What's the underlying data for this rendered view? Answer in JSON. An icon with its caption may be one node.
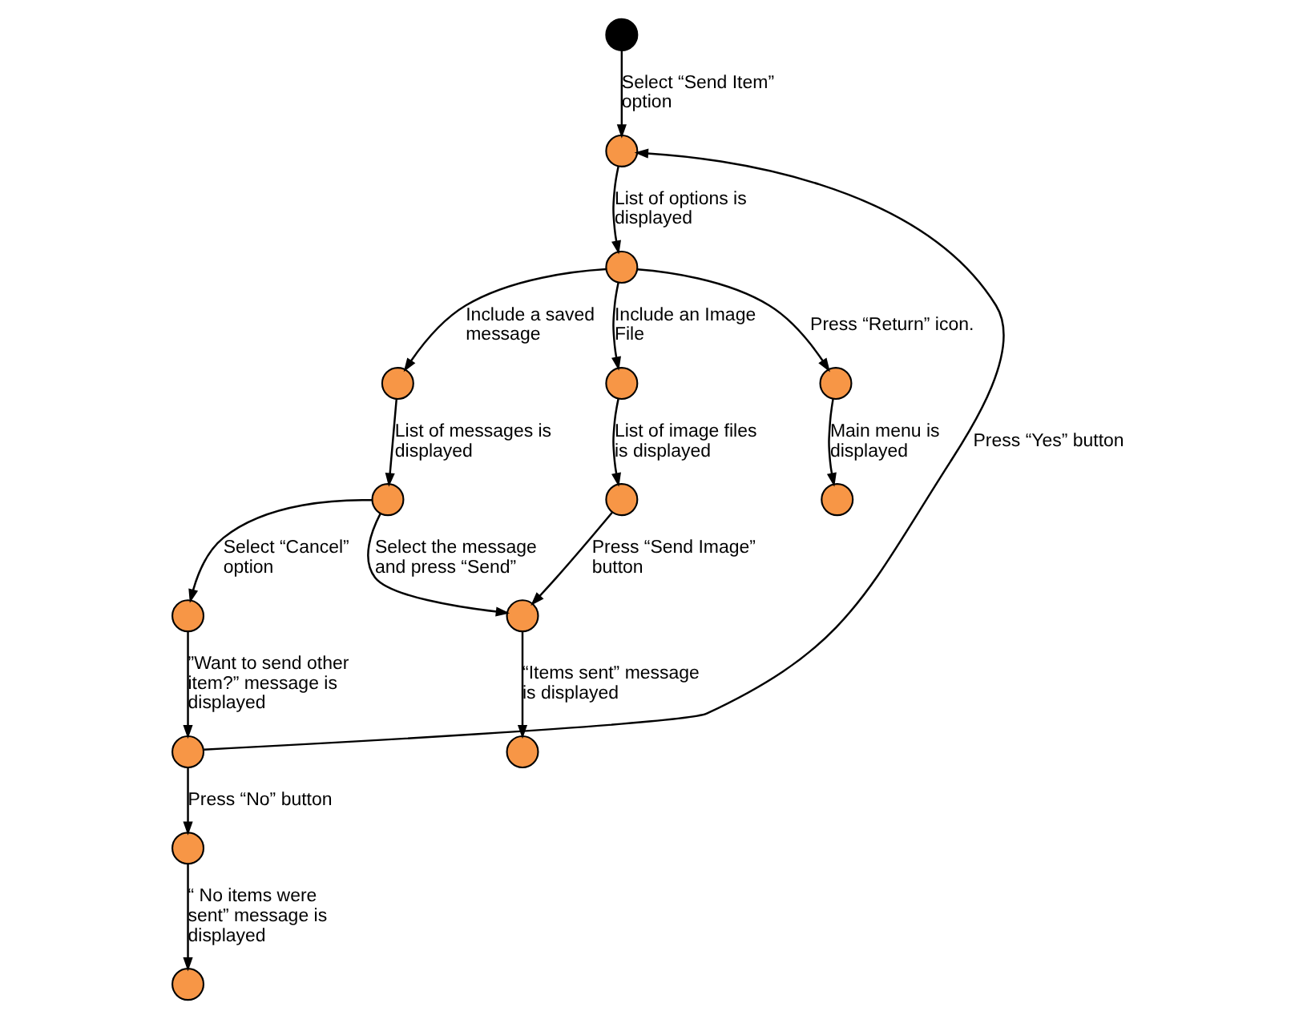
{
  "diagram": {
    "nodes": [
      {
        "text": [],
        "shape": "circle"
      },
      {
        "text": [],
        "shape": "circle"
      },
      {
        "text": [],
        "shape": "circle"
      },
      {
        "text": [],
        "shape": "circle"
      },
      {
        "text": [],
        "shape": "circle"
      },
      {
        "text": [],
        "shape": "circle"
      },
      {
        "text": [],
        "shape": "circle"
      },
      {
        "text": [],
        "shape": "circle"
      },
      {
        "text": [],
        "shape": "circle"
      },
      {
        "text": [],
        "shape": "circle"
      },
      {
        "text": [],
        "shape": "circle"
      },
      {
        "text": [],
        "shape": "circle"
      },
      {
        "text": [],
        "shape": "circle"
      },
      {
        "text": [],
        "shape": "circle"
      },
      {
        "text": [],
        "shape": "circle"
      }
    ],
    "edges": [
      {
        "from": 0,
        "to": 1,
        "arrow": "to",
        "label": "Select “Send Item” option"
      },
      {
        "from": 1,
        "to": 2,
        "arrow": "to",
        "label": "List of options is displayed"
      },
      {
        "from": 2,
        "to": 3,
        "arrow": "to",
        "label": "Include a saved message"
      },
      {
        "from": 2,
        "to": 4,
        "arrow": "to",
        "label": "Include an Image File"
      },
      {
        "from": 2,
        "to": 5,
        "arrow": "to",
        "label": "Press “Return” icon."
      },
      {
        "from": 3,
        "to": 6,
        "arrow": "to",
        "label": "List of messages is displayed"
      },
      {
        "from": 4,
        "to": 7,
        "arrow": "to",
        "label": "List of image files is displayed"
      },
      {
        "from": 5,
        "to": 8,
        "arrow": "to",
        "label": "Main menu is displayed"
      },
      {
        "from": 6,
        "to": 9,
        "arrow": "to",
        "label": "Select “Cancel” option"
      },
      {
        "from": 6,
        "to": 10,
        "arrow": "to",
        "label": "Select the message and press “Send”"
      },
      {
        "from": 7,
        "to": 10,
        "arrow": "to",
        "label": "Press “Send Image” button"
      },
      {
        "from": 9,
        "to": 11,
        "arrow": "to",
        "label": "”Want to send other item?” message is displayed"
      },
      {
        "from": 10,
        "to": 12,
        "arrow": "to",
        "label": "“Items sent” message is displayed"
      },
      {
        "from": 11,
        "to": 1,
        "arrow": "to",
        "label": "Press “Yes” button"
      },
      {
        "from": 11,
        "to": 13,
        "arrow": "to",
        "label": "Press “No” button"
      },
      {
        "from": 13,
        "to": 14,
        "arrow": "to",
        "label": "“ No items were sent” message is displayed"
      }
    ]
  }
}
